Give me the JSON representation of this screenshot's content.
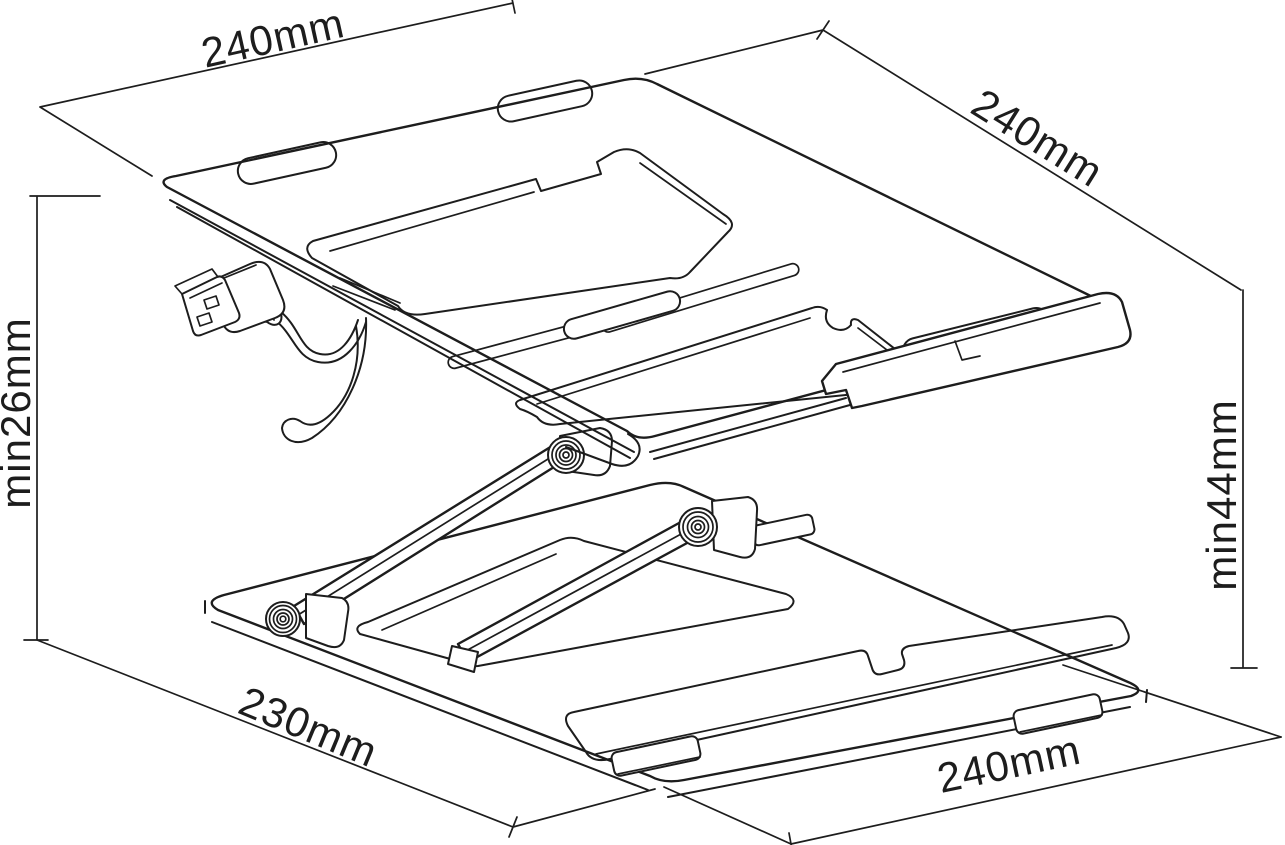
{
  "figure": {
    "type": "technical-drawing",
    "subject": "adjustable laptop stand with USB cable",
    "colors": {
      "background": "#ffffff",
      "ink": "#1d1d1d"
    }
  },
  "dimensions": {
    "top_width": {
      "label": "240mm"
    },
    "top_depth": {
      "label": "240mm"
    },
    "left_height": {
      "label": "min26mm"
    },
    "right_height": {
      "label": "min44mm"
    },
    "base_depth": {
      "label": "230mm"
    },
    "base_width": {
      "label": "240mm"
    }
  }
}
